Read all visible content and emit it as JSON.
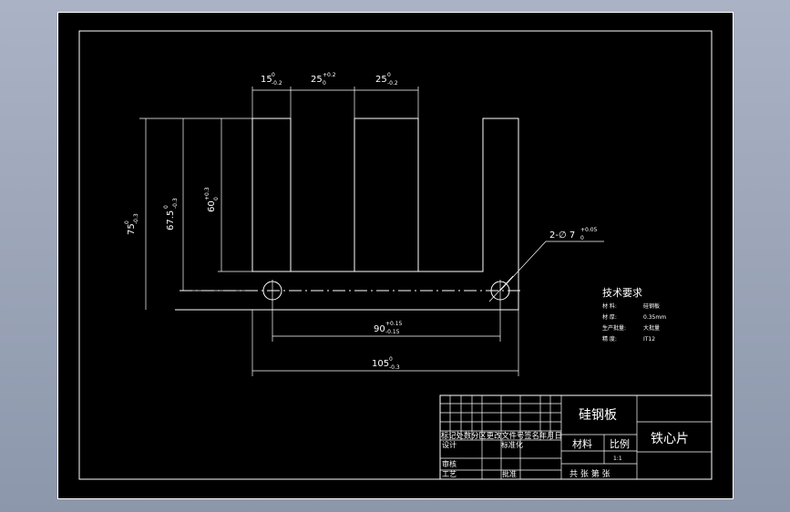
{
  "drawing": {
    "dimensions": {
      "d15": {
        "value": "15",
        "upper": "0",
        "lower": "-0.2"
      },
      "d25a": {
        "value": "25",
        "upper": "+0.2",
        "lower": "0"
      },
      "d25b": {
        "value": "25",
        "upper": "0",
        "lower": "-0.2"
      },
      "d75": {
        "value": "75",
        "upper": "0",
        "lower": "-0.3"
      },
      "d675": {
        "value": "67.5",
        "upper": "0",
        "lower": "-0.3"
      },
      "d60": {
        "value": "60",
        "upper": "+0.3",
        "lower": "0"
      },
      "d90": {
        "value": "90",
        "upper": "+0.15",
        "lower": "-0.15"
      },
      "d105": {
        "value": "105",
        "upper": "0",
        "lower": "-0.3"
      },
      "hole": {
        "value": "2-∅ 7",
        "upper": "+0.05",
        "lower": "0"
      }
    }
  },
  "tech_req": {
    "title": "技术要求",
    "lines": [
      {
        "label": "材  料:",
        "value": "硅钢板"
      },
      {
        "label": "材  厚:",
        "value": "0.35mm"
      },
      {
        "label": "生产批量:",
        "value": "大批量"
      },
      {
        "label": "精  度:",
        "value": "IT12"
      }
    ]
  },
  "title_block": {
    "part_material": "硅钢板",
    "part_name": "铁心片",
    "material_label": "材料",
    "scale_label": "比例",
    "scale_value": "1:1",
    "sheet_info": "共  张 第  张",
    "row_header": "标记处数分区更改文件号签名年月日",
    "design": "设计",
    "standardization": "标准化",
    "review": "审核",
    "process": "工艺",
    "approve": "批准"
  }
}
